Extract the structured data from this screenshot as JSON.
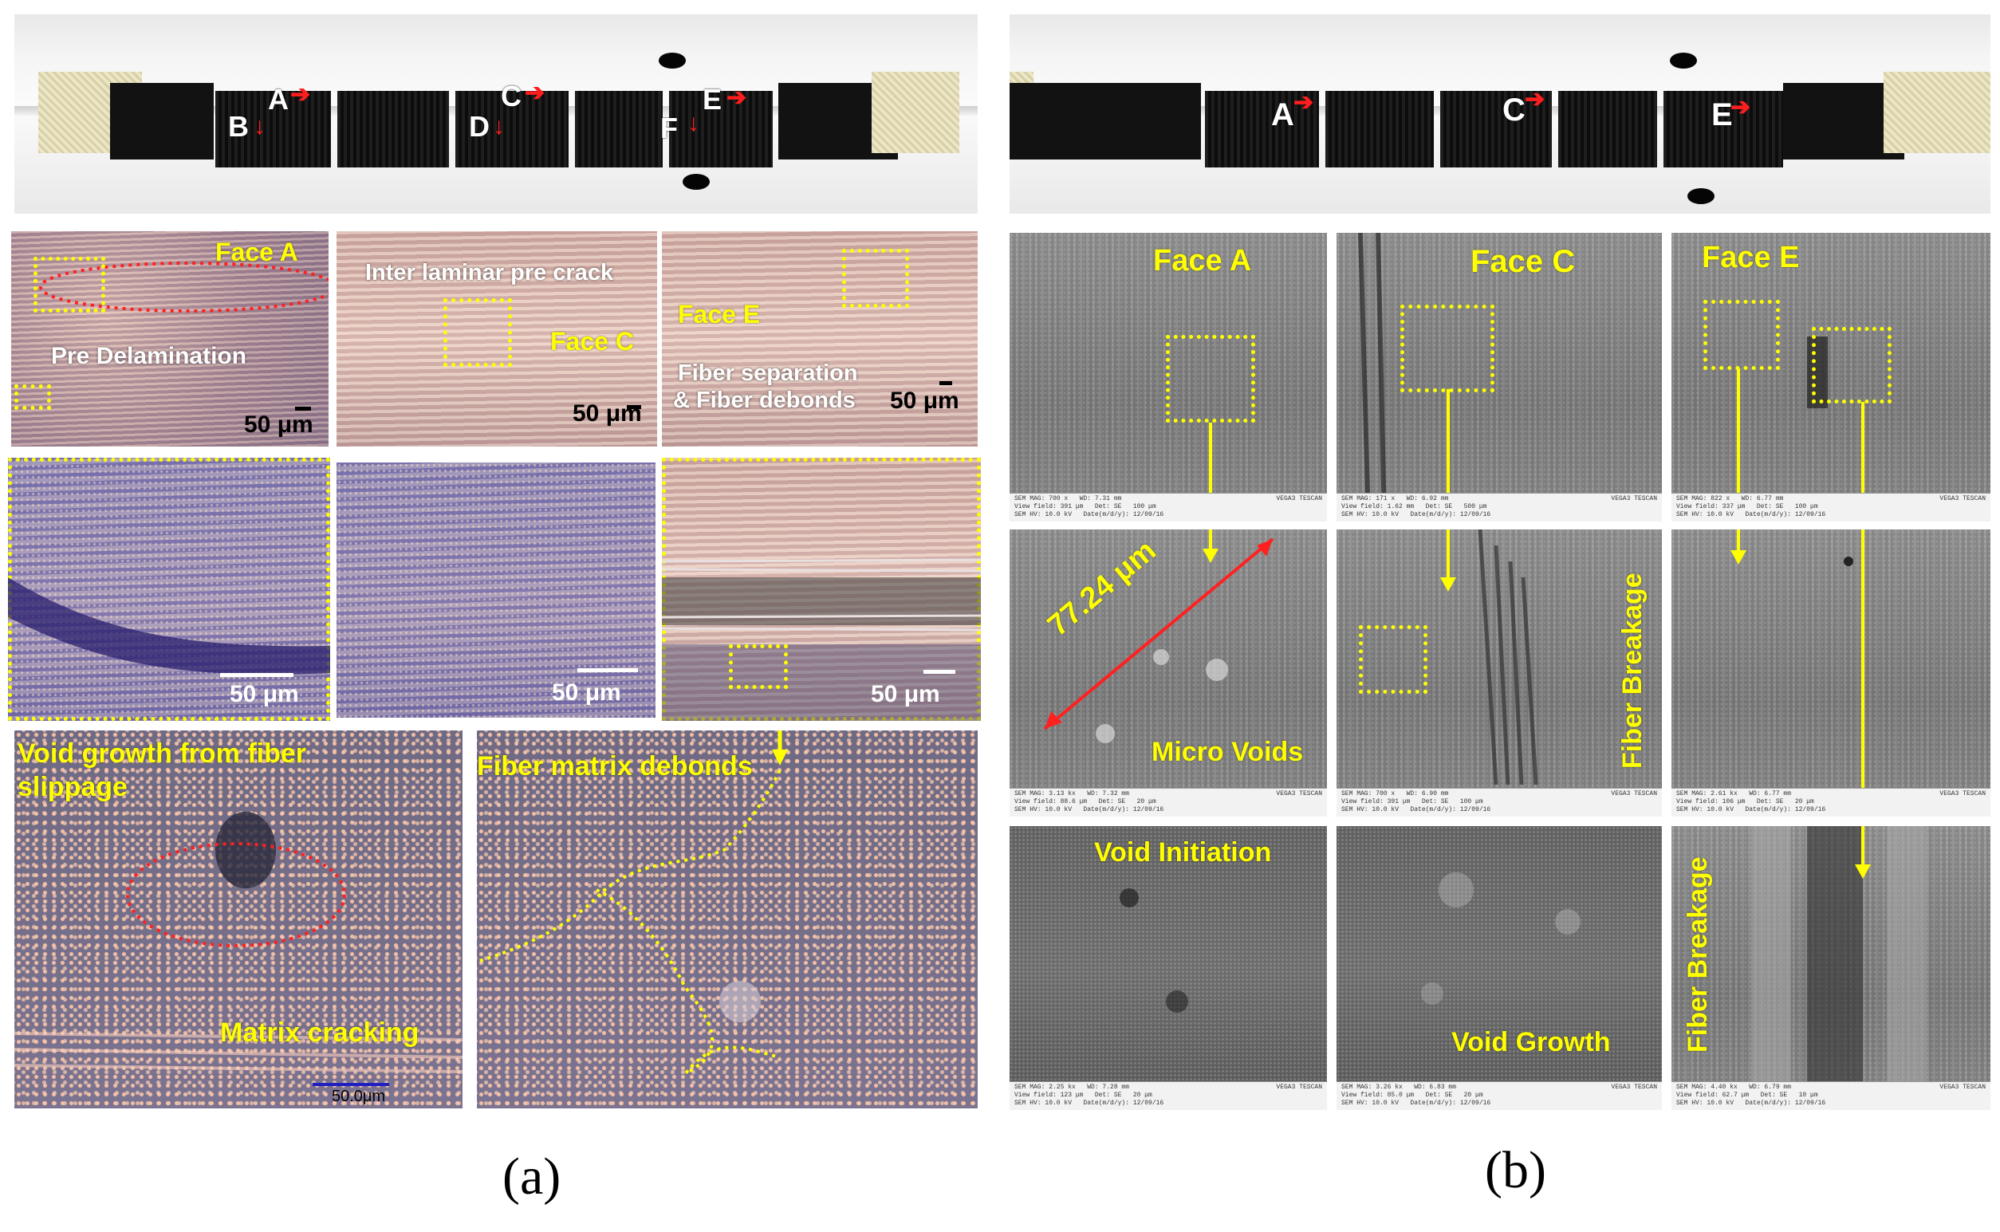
{
  "panel_a": {
    "caption": "(a)",
    "strip_labels": [
      "A",
      "B",
      "C",
      "D",
      "E",
      "F"
    ],
    "face_a": {
      "title": "Face A",
      "note": "Pre Delamination",
      "scale": "50 μm"
    },
    "face_c": {
      "title": "Face C",
      "note": "Inter laminar pre crack",
      "scale": "50 μm"
    },
    "face_e": {
      "title": "Face E",
      "note_line1": "Fiber separation",
      "note_line2": "& Fiber debonds",
      "scale": "50 μm"
    },
    "zoom_scales": [
      "50 μm",
      "50 μm",
      "50 μm"
    ],
    "bottom_left": {
      "title_line1": "Void growth from fiber",
      "title_line2": "slippage",
      "note": "Matrix cracking",
      "scale": "50.0μm"
    },
    "bottom_right": {
      "title": "Fiber matrix debonds"
    }
  },
  "panel_b": {
    "caption": "(b)",
    "strip_labels": [
      "A",
      "C",
      "E"
    ],
    "face_a": {
      "title": "Face A"
    },
    "face_c": {
      "title": "Face C"
    },
    "face_e": {
      "title": "Face E"
    },
    "micro_voids": {
      "measure": "77.24 μm",
      "note": "Micro Voids"
    },
    "fiber_breakage_1": "Fiber Breakage",
    "void_initiation": "Void Initiation",
    "void_growth": "Void Growth",
    "fiber_breakage_2": "Fiber Breakage",
    "sem_brand": "VEGA3 TESCAN"
  },
  "colors": {
    "annotation": "#ffff00",
    "arrow": "#ff1e1e",
    "ellipse": "#ff2020"
  }
}
